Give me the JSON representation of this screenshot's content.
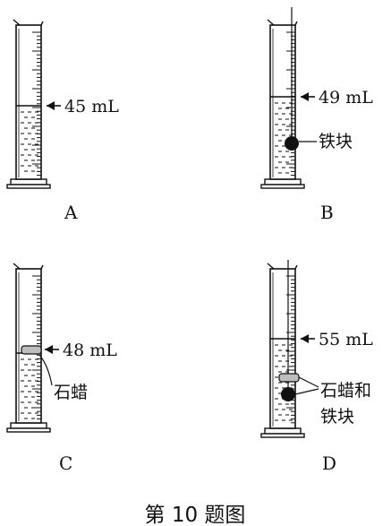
{
  "figure_title": "第 10 题图",
  "panels": [
    {
      "id": "A",
      "caption": "A",
      "volume_label": "45 mL",
      "object_label": [],
      "has_rod": false,
      "has_iron": false,
      "has_wax": false
    },
    {
      "id": "B",
      "caption": "B",
      "volume_label": "49 mL",
      "object_label": [
        "铁块"
      ],
      "has_rod": true,
      "has_iron": true,
      "has_wax": false
    },
    {
      "id": "C",
      "caption": "C",
      "volume_label": "48 mL",
      "object_label": [
        "石蜡"
      ],
      "has_rod": false,
      "has_iron": false,
      "has_wax": true
    },
    {
      "id": "D",
      "caption": "D",
      "volume_label": "55 mL",
      "object_label": [
        "石蜡和",
        "铁块"
      ],
      "has_rod": true,
      "has_iron": true,
      "has_wax": true
    }
  ],
  "colors": {
    "ink": "#111111",
    "liquid_dash": "#222222",
    "wax_fill": "#bdbdbd",
    "iron": "#111111"
  }
}
